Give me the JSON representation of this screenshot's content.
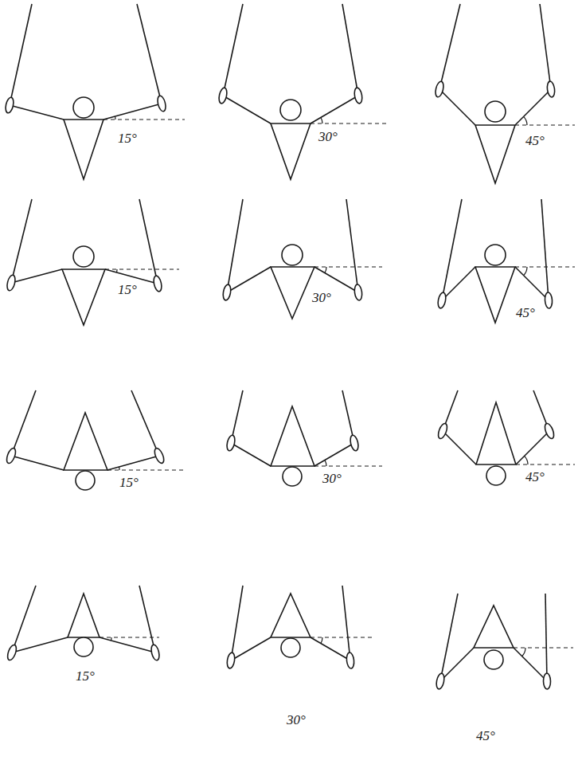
{
  "diagram": {
    "labels": [
      "15°",
      "30°",
      "45°",
      "15°",
      "30°",
      "45°",
      "15°",
      "30°",
      "45°",
      "15°",
      "30°",
      "45°"
    ]
  }
}
